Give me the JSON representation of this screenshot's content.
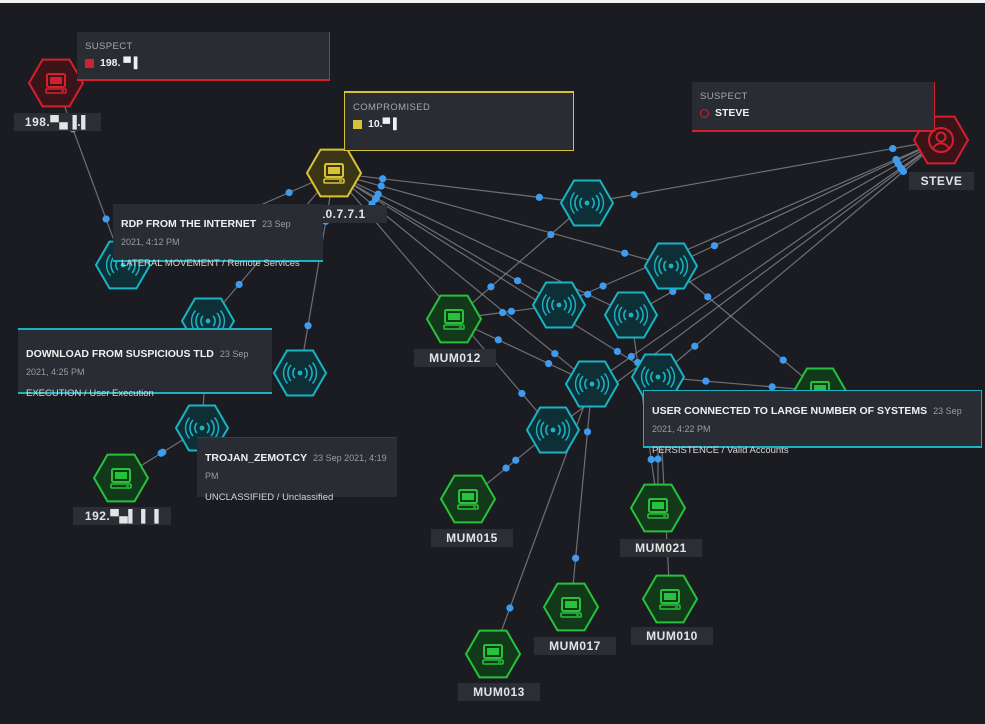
{
  "colors": {
    "background": "#1b1c21",
    "edge": "#8a8c92",
    "dot": "#3d9cf0",
    "suspect": "#d4202e",
    "compromised": "#d9c334",
    "healthy": "#27c23c",
    "process": "#1ab3c4"
  },
  "nodes": {
    "n198_label": "198.▀▄▐.▌",
    "n10_label": "10.7.7.1",
    "steve_label": "STEVE",
    "n192_label": "192.▀▄▌ ▌▐",
    "mum012_label": "MUM012",
    "mum015_label": "MUM015",
    "mum013_label": "MUM013",
    "mum017_label": "MUM017",
    "mum021_label": "MUM021",
    "mum010_label": "MUM010",
    "icons": {
      "computer": "computer-icon",
      "user": "user-icon",
      "signal": "signal-broadcast-icon"
    }
  },
  "status_boxes": {
    "suspect_ip": {
      "kind": "SUSPECT",
      "value": "198. ▀ ▌"
    },
    "compromised_ip": {
      "kind": "COMPROMISED",
      "value": "10.▀ ▌"
    },
    "suspect_user": {
      "kind": "SUSPECT",
      "value": "STEVE"
    }
  },
  "alerts": {
    "rdp": {
      "title": "RDP FROM THE INTERNET",
      "time": "23 Sep 2021, 4:12 PM",
      "sub": "LATERAL MOVEMENT / Remote Services"
    },
    "download": {
      "title": "DOWNLOAD FROM SUSPICIOUS TLD",
      "time": "23 Sep 2021, 4:25 PM",
      "sub": "EXECUTION / User Execution"
    },
    "trojan": {
      "title": "TROJAN_ZEMOT.CY",
      "time": "23 Sep 2021, 4:19 PM",
      "sub": "UNCLASSIFIED / Unclassified"
    },
    "user_conn": {
      "title": "USER CONNECTED TO LARGE NUMBER OF SYSTEMS",
      "time": "23 Sep 2021, 4:22 PM",
      "sub": "PERSISTENCE / Valid Accounts"
    }
  }
}
